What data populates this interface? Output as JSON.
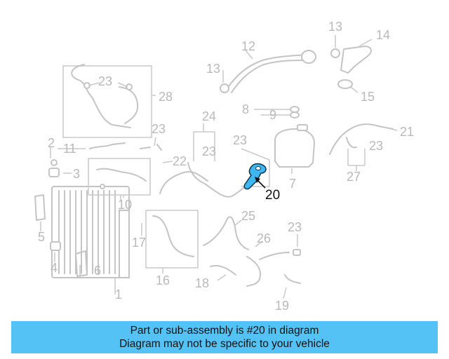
{
  "diagram": {
    "highlight_color": "#3fb6ef",
    "part_color": "#c4c4c4",
    "callouts": [
      "1",
      "2",
      "3",
      "4",
      "5",
      "6",
      "7",
      "8",
      "9",
      "10",
      "11",
      "12",
      "13",
      "13",
      "14",
      "15",
      "16",
      "17",
      "18",
      "19",
      "21",
      "22",
      "23",
      "23",
      "23",
      "23",
      "23",
      "23",
      "24",
      "25",
      "26",
      "27",
      "28"
    ],
    "highlighted_callout": "20"
  },
  "footer": {
    "background": "#55c2f6",
    "line1": "Part or sub-assembly is #20 in diagram",
    "line2": "Diagram may not be specific to your vehicle"
  }
}
